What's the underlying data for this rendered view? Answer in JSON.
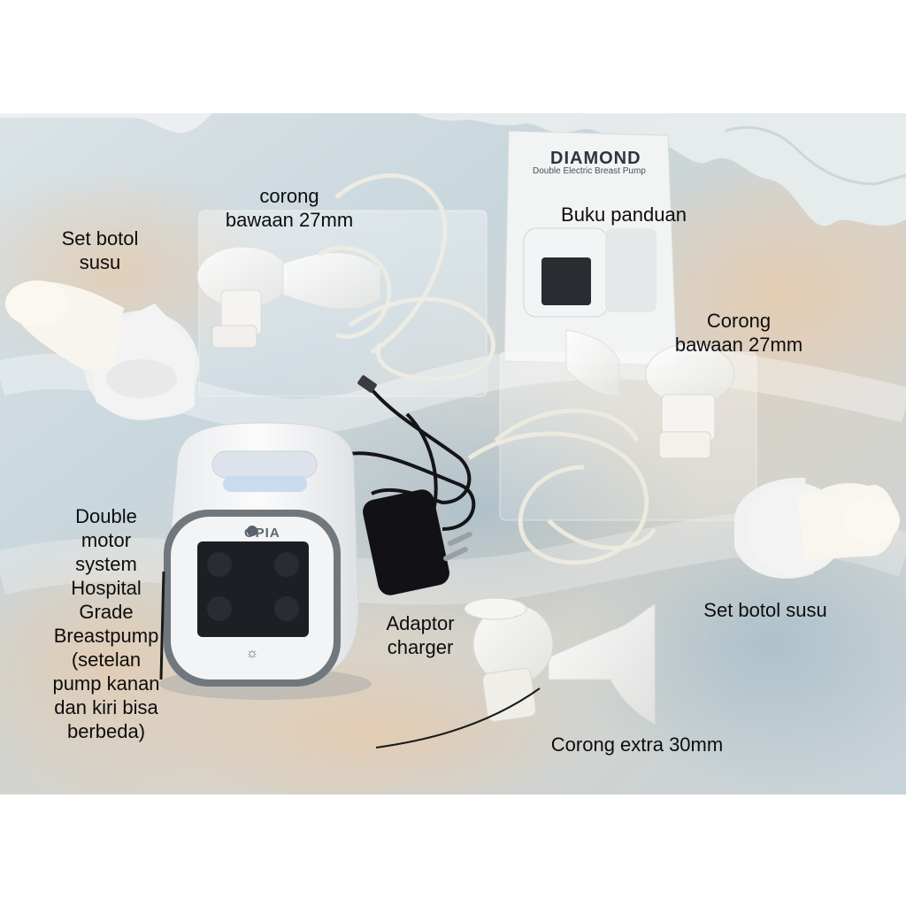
{
  "captions": {
    "bottle_set_left": "Set botol\nsusu",
    "funnel_top_left": "corong\nbawaan 27mm",
    "manual": "Buku panduan",
    "funnel_right": "Corong\nbawaan 27mm",
    "pump_description": "Double\nmotor\nsystem\nHospital\nGrade\nBreastpump\n(setelan\npump kanan\ndan kiri bisa\nberbeda)",
    "adaptor": "Adaptor\ncharger",
    "bottle_set_right": "Set botol susu",
    "extra_funnel": "Corong extra 30mm"
  },
  "product": {
    "brand": "OPIA",
    "booklet_title": "DIAMOND",
    "booklet_subtitle": "Double Electric Breast Pump"
  },
  "icons": {
    "light": "lightbulb-icon",
    "brand_mark": "diamond-icon"
  },
  "colors": {
    "background": "#ffffff",
    "backdrop": "#c9d6dc",
    "device_body": "#f4f5f6",
    "device_ring": "#6e757c",
    "screen": "#1e1f24",
    "caption_text": "#0d0d0d"
  }
}
